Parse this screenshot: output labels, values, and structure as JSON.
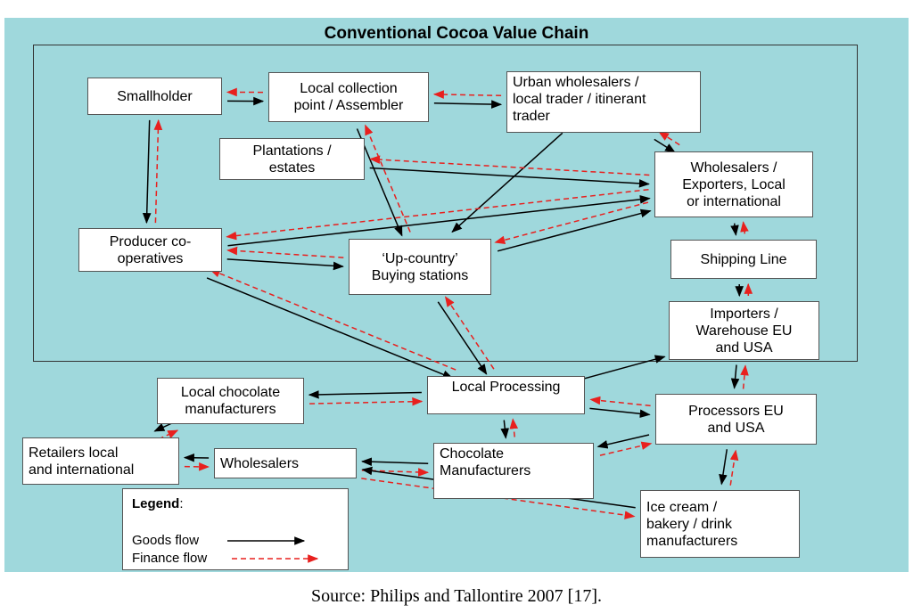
{
  "title": "Conventional Cocoa Value Chain",
  "source": "Source: Philips and Tallontire 2007 [17].",
  "colors": {
    "background": "#9fd8dc",
    "goods_flow": "#000000",
    "finance_flow": "#e8201e"
  },
  "nodes": {
    "smallholder": "Smallholder",
    "local_collection": "Local collection\npoint / Assembler",
    "urban_wholesalers": "Urban wholesalers /\nlocal trader / itinerant\ntrader",
    "plantations": "Plantations /\nestates",
    "wholesalers_exporters": "Wholesalers /\nExporters, Local\nor international",
    "producer_coops": "Producer co-\noperatives",
    "upcountry": "‘Up-country’\nBuying stations",
    "shipping_line": "Shipping Line",
    "importers": "Importers /\nWarehouse EU\nand USA",
    "local_chocolate": "Local chocolate\nmanufacturers",
    "local_processing": "Local Processing",
    "processors_eu": "Processors EU\nand USA",
    "retailers": "Retailers local\nand international",
    "wholesalers": "Wholesalers",
    "chocolate_manufacturers": "Chocolate\nManufacturers",
    "ice_cream": "Ice cream /\nbakery / drink\nmanufacturers"
  },
  "legend": {
    "title": "Legend",
    "goods_flow": "Goods flow",
    "finance_flow": "Finance flow"
  },
  "edges": [
    {
      "from": "smallholder",
      "to": "local_collection",
      "flow": "goods"
    },
    {
      "from": "local_collection",
      "to": "smallholder",
      "flow": "finance"
    },
    {
      "from": "local_collection",
      "to": "urban_wholesalers",
      "flow": "goods"
    },
    {
      "from": "urban_wholesalers",
      "to": "local_collection",
      "flow": "finance"
    },
    {
      "from": "urban_wholesalers",
      "to": "wholesalers_exporters",
      "flow": "goods"
    },
    {
      "from": "wholesalers_exporters",
      "to": "urban_wholesalers",
      "flow": "finance"
    },
    {
      "from": "urban_wholesalers",
      "to": "upcountry",
      "flow": "goods"
    },
    {
      "from": "smallholder",
      "to": "producer_coops",
      "flow": "goods"
    },
    {
      "from": "producer_coops",
      "to": "smallholder",
      "flow": "finance"
    },
    {
      "from": "local_collection",
      "to": "upcountry",
      "flow": "goods"
    },
    {
      "from": "upcountry",
      "to": "local_collection",
      "flow": "finance"
    },
    {
      "from": "plantations",
      "to": "wholesalers_exporters",
      "flow": "goods"
    },
    {
      "from": "wholesalers_exporters",
      "to": "plantations",
      "flow": "finance"
    },
    {
      "from": "producer_coops",
      "to": "wholesalers_exporters",
      "flow": "goods"
    },
    {
      "from": "wholesalers_exporters",
      "to": "producer_coops",
      "flow": "finance"
    },
    {
      "from": "producer_coops",
      "to": "upcountry",
      "flow": "goods"
    },
    {
      "from": "upcountry",
      "to": "producer_coops",
      "flow": "finance"
    },
    {
      "from": "upcountry",
      "to": "wholesalers_exporters",
      "flow": "goods"
    },
    {
      "from": "wholesalers_exporters",
      "to": "upcountry",
      "flow": "finance"
    },
    {
      "from": "wholesalers_exporters",
      "to": "shipping_line",
      "flow": "goods"
    },
    {
      "from": "shipping_line",
      "to": "wholesalers_exporters",
      "flow": "finance"
    },
    {
      "from": "shipping_line",
      "to": "importers",
      "flow": "goods"
    },
    {
      "from": "importers",
      "to": "shipping_line",
      "flow": "finance"
    },
    {
      "from": "importers",
      "to": "processors_eu",
      "flow": "goods"
    },
    {
      "from": "processors_eu",
      "to": "importers",
      "flow": "finance"
    },
    {
      "from": "producer_coops",
      "to": "local_processing",
      "flow": "goods"
    },
    {
      "from": "local_processing",
      "to": "producer_coops",
      "flow": "finance"
    },
    {
      "from": "upcountry",
      "to": "local_processing",
      "flow": "goods"
    },
    {
      "from": "local_processing",
      "to": "upcountry",
      "flow": "finance"
    },
    {
      "from": "local_processing",
      "to": "importers",
      "flow": "goods"
    },
    {
      "from": "local_processing",
      "to": "local_chocolate",
      "flow": "goods"
    },
    {
      "from": "local_chocolate",
      "to": "local_processing",
      "flow": "finance"
    },
    {
      "from": "local_processing",
      "to": "processors_eu",
      "flow": "goods"
    },
    {
      "from": "processors_eu",
      "to": "local_processing",
      "flow": "finance"
    },
    {
      "from": "local_processing",
      "to": "chocolate_manufacturers",
      "flow": "goods"
    },
    {
      "from": "chocolate_manufacturers",
      "to": "local_processing",
      "flow": "finance"
    },
    {
      "from": "processors_eu",
      "to": "chocolate_manufacturers",
      "flow": "goods"
    },
    {
      "from": "chocolate_manufacturers",
      "to": "processors_eu",
      "flow": "finance"
    },
    {
      "from": "processors_eu",
      "to": "ice_cream",
      "flow": "goods"
    },
    {
      "from": "ice_cream",
      "to": "processors_eu",
      "flow": "finance"
    },
    {
      "from": "local_chocolate",
      "to": "retailers",
      "flow": "goods"
    },
    {
      "from": "retailers",
      "to": "local_chocolate",
      "flow": "finance"
    },
    {
      "from": "chocolate_manufacturers",
      "to": "wholesalers",
      "flow": "goods"
    },
    {
      "from": "wholesalers",
      "to": "chocolate_manufacturers",
      "flow": "finance"
    },
    {
      "from": "wholesalers",
      "to": "retailers",
      "flow": "goods"
    },
    {
      "from": "retailers",
      "to": "wholesalers",
      "flow": "finance"
    },
    {
      "from": "ice_cream",
      "to": "wholesalers",
      "flow": "goods"
    },
    {
      "from": "wholesalers",
      "to": "ice_cream",
      "flow": "finance"
    }
  ]
}
